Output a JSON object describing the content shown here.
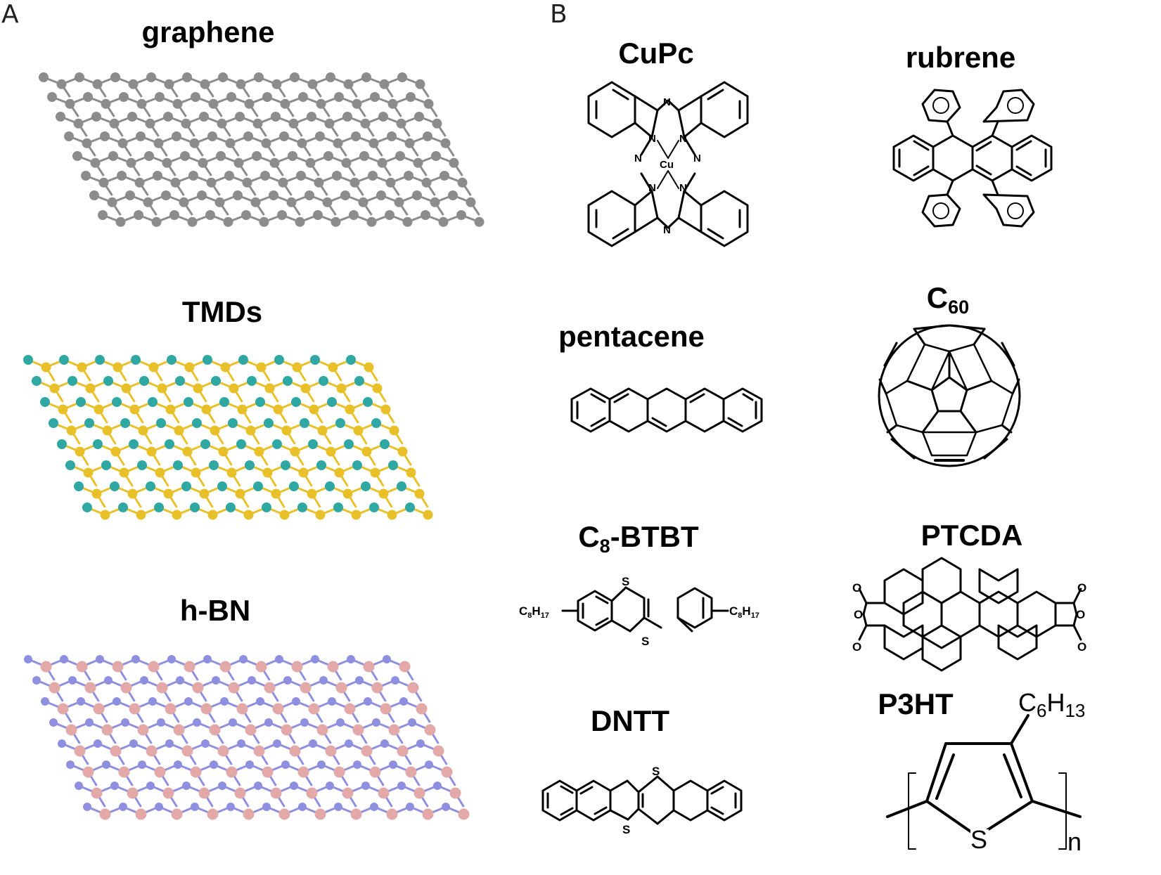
{
  "panels": {
    "a_letter": "A",
    "b_letter": "B"
  },
  "panel_a": {
    "graphene": {
      "title": "graphene",
      "atom_color": "#8c8c8c"
    },
    "tmds": {
      "title": "TMDs",
      "metal_color": "#2fa7a2",
      "chalcogen_color": "#e8c12a"
    },
    "hbn": {
      "title": "h-BN",
      "b_color": "#e3a8a8",
      "n_color": "#8f8fe0"
    }
  },
  "panel_b": {
    "cupc": {
      "title": "CuPc",
      "n_label": "N",
      "cu_label": "Cu"
    },
    "rubrene": {
      "title": "rubrene"
    },
    "pentacene": {
      "title": "pentacene"
    },
    "c60": {
      "title_main": "C",
      "title_sub": "60"
    },
    "c8btbt": {
      "title_main": "C",
      "title_sub": "8",
      "title_rest": "-BTBT",
      "s_label": "S",
      "sub_c": "C",
      "sub_8": "8",
      "sub_h": "H",
      "sub_17": "17"
    },
    "ptcda": {
      "title": "PTCDA",
      "o_label": "O"
    },
    "dntt": {
      "title": "DNTT",
      "s_label": "S"
    },
    "p3ht": {
      "title": "P3HT",
      "s_label": "S",
      "n_label": "n",
      "c_label": "C",
      "c_sub": "6",
      "h_label": "H",
      "h_sub": "13"
    }
  }
}
